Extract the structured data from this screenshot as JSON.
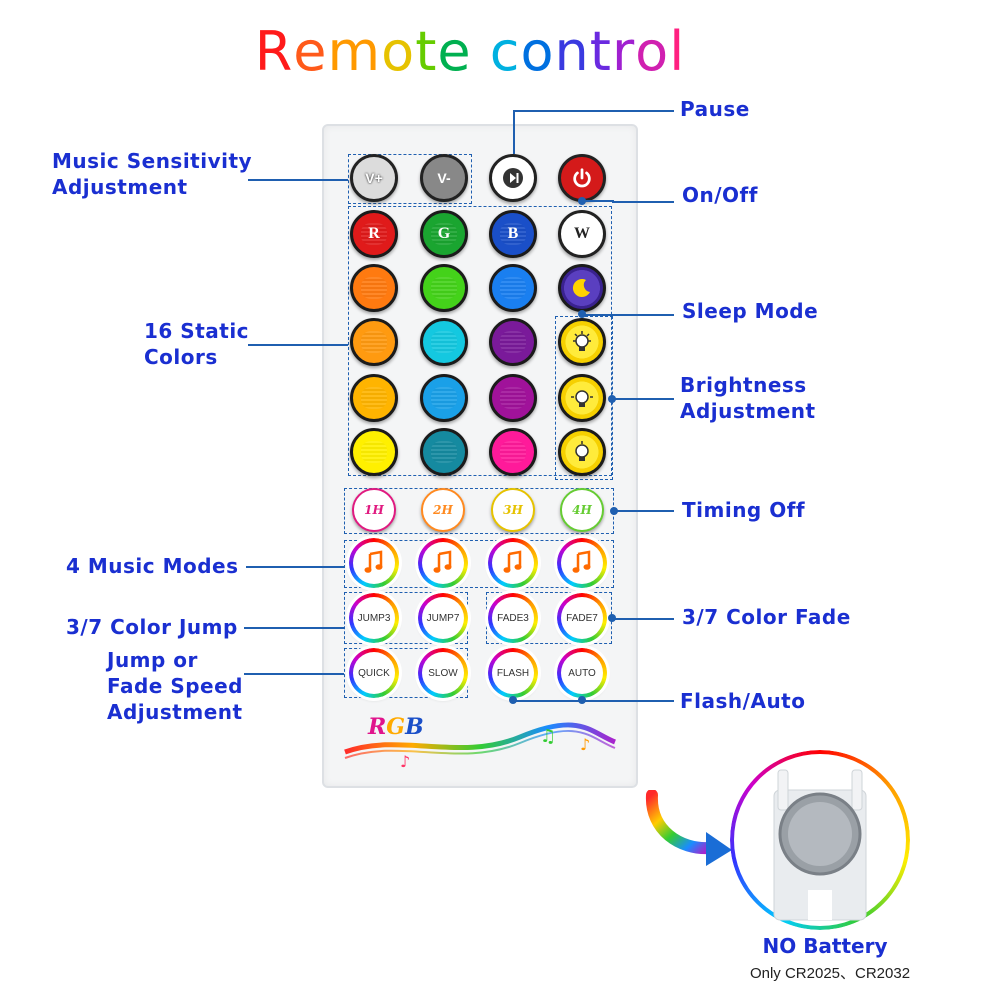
{
  "title": {
    "text_parts": [
      "R",
      "e",
      "m",
      "o",
      "t",
      "e",
      " ",
      "c",
      "o",
      "n",
      "t",
      "r",
      "o",
      "l"
    ],
    "colors": [
      "#ff1a1a",
      "#ff5a1a",
      "#ff9900",
      "#e6c200",
      "#66cc00",
      "#00b050",
      "#ffffff",
      "#00b0e0",
      "#0070e0",
      "#3a3ae0",
      "#6a2ae0",
      "#a020d0",
      "#d020b0",
      "#ff2080"
    ]
  },
  "labels": {
    "pause": "Pause",
    "music_sensitivity": [
      "Music Sensitivity",
      "Adjustment"
    ],
    "on_off": "On/Off",
    "sleep_mode": "Sleep Mode",
    "static_colors": [
      "16 Static",
      "Colors"
    ],
    "brightness": [
      "Brightness",
      "Adjustment"
    ],
    "timing_off": "Timing Off",
    "music_modes": "4 Music Modes",
    "color_jump": "3/7 Color Jump",
    "color_fade": "3/7 Color Fade",
    "speed": [
      "Jump or",
      "Fade Speed",
      "Adjustment"
    ],
    "flash_auto": "Flash/Auto"
  },
  "buttons": {
    "row1": [
      "V+",
      "V-",
      "play-pause-icon",
      "power-icon"
    ],
    "rgbw": [
      "R",
      "G",
      "B",
      "W"
    ],
    "static_colors": [
      [
        "#ff2020",
        "#22bb33",
        "#1e5fd6"
      ],
      [
        "#ff7a10",
        "#44d21a",
        "#1a7ff0"
      ],
      [
        "#ff9a10",
        "#14c8e0",
        "#7a1a9a"
      ],
      [
        "#ffb400",
        "#1aa0e8",
        "#a0129a"
      ],
      [
        "#fff000",
        "#158aa0",
        "#ff1a9a"
      ]
    ],
    "timers": [
      "1H",
      "2H",
      "3H",
      "4H"
    ],
    "timer_colors": [
      "#e01a80",
      "#ff8a20",
      "#e6c200",
      "#66cc33"
    ],
    "jump": [
      "JUMP3",
      "JUMP7"
    ],
    "fade": [
      "FADE3",
      "FADE7"
    ],
    "speed": [
      "QUICK",
      "SLOW"
    ],
    "flash_auto": [
      "FLASH",
      "AUTO"
    ],
    "music_icon": "music-note-icon"
  },
  "logo": {
    "text": "RGB"
  },
  "battery": {
    "title": "NO Battery",
    "note": "Only CR2025、CR2032"
  }
}
